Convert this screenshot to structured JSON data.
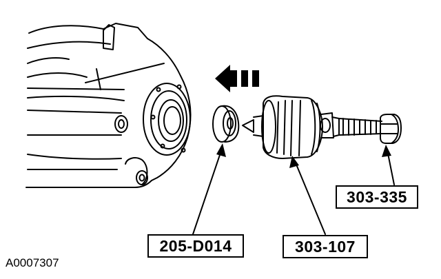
{
  "figure_id": "A0007307",
  "callouts": {
    "seal": "205-D014",
    "installer_body": "303-107",
    "forcing_screw": "303-335"
  },
  "colors": {
    "ink": "#000000",
    "paper": "#ffffff"
  },
  "icons": {
    "direction": "triple-arrow-left-icon"
  }
}
